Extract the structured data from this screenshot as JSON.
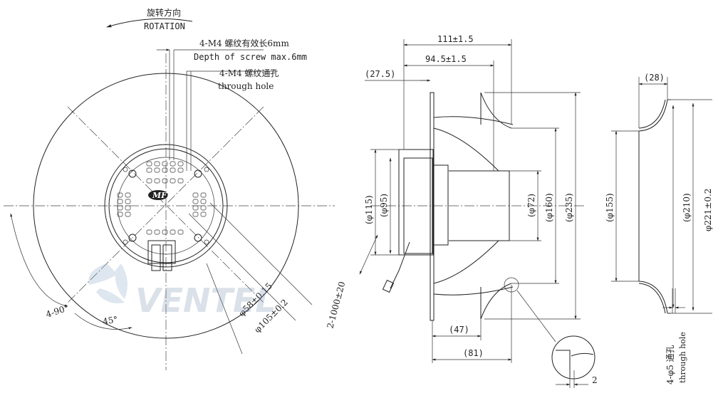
{
  "rotation": {
    "label_cn": "旋转方向",
    "label_en": "ROTATION"
  },
  "screw_note": {
    "line1": "4-M4 螺纹有效长6mm",
    "line2": "Depth of screw max.6mm",
    "line3": "4-M4 螺纹通孔",
    "line4": "through hole"
  },
  "front_view": {
    "angle_total": "4-90°",
    "angle_half": "45°",
    "dia_bolt_circle": "φ58±0.15",
    "dia_hub": "φ105±0.2",
    "logo_text": "VENTEL",
    "brand_mark": "MFL"
  },
  "side_view": {
    "width_overall": "111±1.5",
    "width_inner": "94.5±1.5",
    "offset": "(27.5)",
    "dia_115": "(φ115)",
    "dia_95": "(φ95)",
    "dia_72": "(φ72)",
    "dia_160": "(φ160)",
    "dia_235": "(φ235)",
    "depth_47": "(47)",
    "depth_81": "(81)",
    "cable": "2-1000±20",
    "detail_dim": "2"
  },
  "ring_view": {
    "width": "(28)",
    "dia_155": "(φ155)",
    "dia_210": "(φ210)",
    "dia_221": "φ221±0.2",
    "holes_cn": "4-φ5 通孔",
    "holes_en": "through hole"
  }
}
